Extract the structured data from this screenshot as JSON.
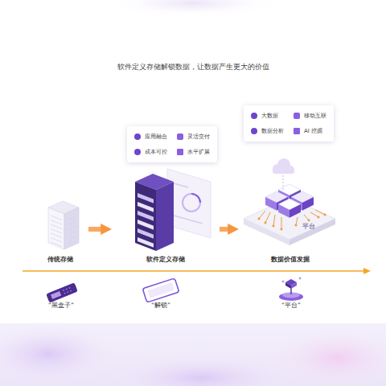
{
  "diagram": {
    "title": "软件定义存储解锁数据，让数据产生更大的价值",
    "nodes": [
      {
        "text": [
          "传统存储"
        ]
      },
      {
        "text": [
          "软件定义存储"
        ]
      },
      {
        "text": [
          "数据价值发掘"
        ]
      },
      {
        "text": [
          "应用融合",
          "灵活交付",
          "成本可控",
          "水平扩展"
        ]
      },
      {
        "text": [
          "大数据",
          "移动互联",
          "数据分析",
          "AI 挖掘"
        ]
      }
    ],
    "edges": [
      {
        "from": 0,
        "to": 1,
        "arrow": "to"
      },
      {
        "from": 1,
        "to": 2,
        "arrow": "to"
      }
    ],
    "labels": [
      "平台",
      "“黑盒子”",
      "“解锁”",
      "“平台”"
    ]
  }
}
